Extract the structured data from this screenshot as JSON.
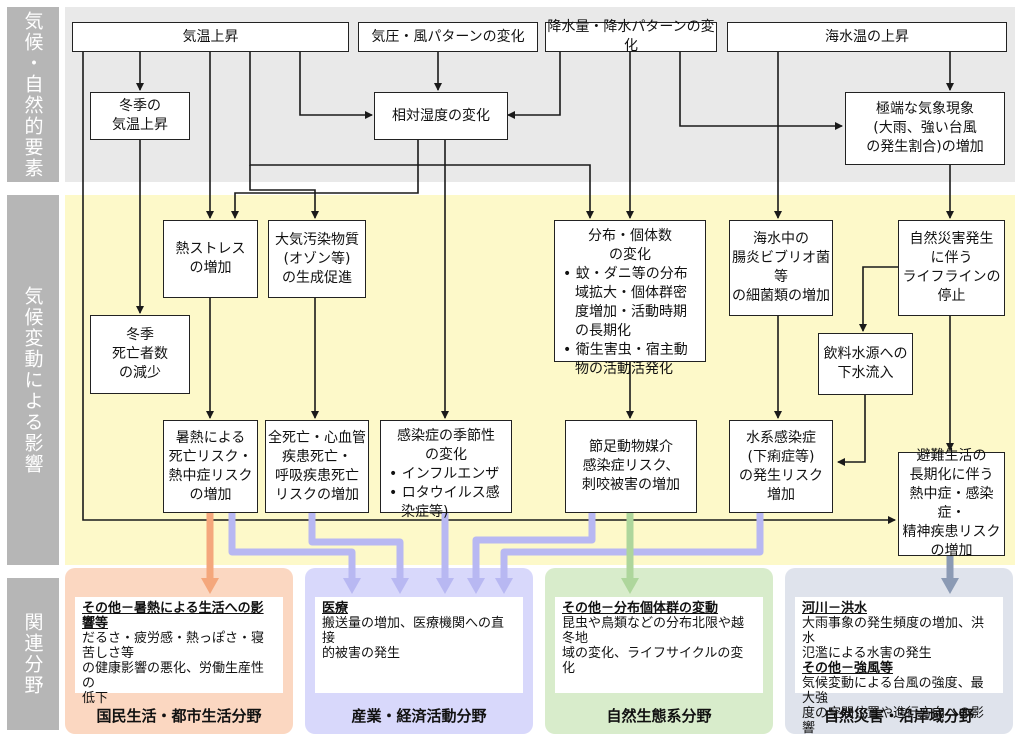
{
  "side_labels": [
    "気候・自然的要素",
    "気候変動による影響",
    "関連分野"
  ],
  "climate_factors": [
    "気温上昇",
    "気圧・風パターンの変化",
    "降水量・降水パターンの変化",
    "海水温の上昇"
  ],
  "intermediate": {
    "winter_temp": "冬季の\n気温上昇",
    "humidity": "相対湿度の変化",
    "extreme_weather": "極端な気象現象\n(大雨、強い台風\nの発生割合)の増加"
  },
  "impacts": {
    "heat_stress": "熱ストレス\nの増加",
    "air_pollution": "大気汚染物質\n(オゾン等)\nの生成促進",
    "winter_deaths": "冬季\n死亡者数\nの減少",
    "distribution": {
      "head": "分布・個体数\nの変化",
      "bullets": [
        "• 蚊・ダニ等の分布域拡大・個体群密度増加・活動時期の長期化",
        "• 衛生害虫・宿主動物の活動活発化"
      ]
    },
    "vibrio": "海水中の\n腸炎ビブリオ菌等\nの細菌類の増加",
    "lifeline": "自然災害発生\nに伴う\nライフラインの停止",
    "water_source": "飲料水源への\n下水流入",
    "heat_illness": "暑熱による\n死亡リスク・\n熱中症リスク\nの増加",
    "mortality": "全死亡・心血管\n疾患死亡・\n呼吸疾患死亡\nリスクの増加",
    "infection_season": {
      "head": "感染症の季節性\nの変化",
      "bullets": [
        "• インフルエンザ",
        "• ロタウイルス感染症等)"
      ]
    },
    "vector_disease": "節足動物媒介\n感染症リスク、\n刺咬被害の増加",
    "waterborne": "水系感染症\n(下痢症等)\nの発生リスク\n増加",
    "evacuation": "避難生活の\n長期化に伴う\n熱中症・感染症・\n精神疾患リスク\nの増加"
  },
  "fields": [
    {
      "title": "その他－暑熱による生活への影響等",
      "desc": "だるさ・疲労感・熱っぽさ・寝苦しさ等\nの健康影響の悪化、労働生産性の\n低下",
      "name": "国民生活・都市生活分野"
    },
    {
      "title": "医療",
      "desc": "搬送量の増加、医療機関への直接\n的被害の発生",
      "name": "産業・経済活動分野"
    },
    {
      "title": "その他－分布個体群の変動",
      "desc": "昆虫や鳥類などの分布北限や越冬地\n域の変化、ライフサイクルの変化",
      "name": "自然生態系分野"
    },
    {
      "title": "河川－洪水",
      "desc": "大雨事象の発生頻度の増加、洪水\n氾濫による水害の発生",
      "title2": "その他－強風等",
      "desc2": "気候変動による台風の強度、最大強\n度の空間位置や進行方向への影響",
      "name": "自然災害・沿岸域分野"
    }
  ],
  "colors": {
    "band_gray": "#e9e9e9",
    "band_yellow": "#fdf9c9",
    "side_gray": "#b6b6b6",
    "arrow_orange": "#f4a77c",
    "arrow_purple": "#b8b8f2",
    "arrow_green": "#aed69c",
    "arrow_slate": "#8b9ab4",
    "panel_orange": "#fbd7c1",
    "panel_purple": "#d8d8fb",
    "panel_green": "#d8eccb",
    "panel_slate": "#dfe3ec"
  }
}
